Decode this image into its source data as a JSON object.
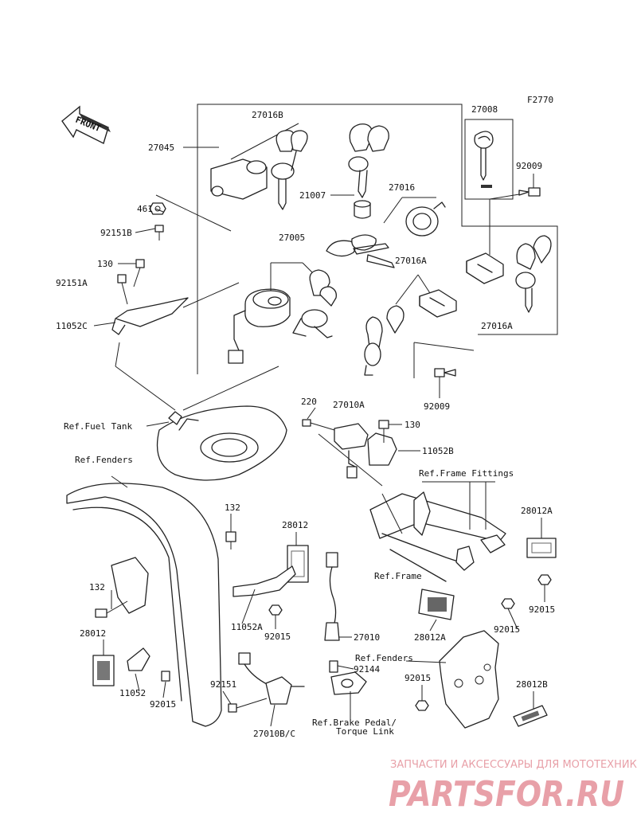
{
  "diagram_code": "F2770",
  "front_label": "FRONT",
  "parts": {
    "p27016b": "27016B",
    "p27045": "27045",
    "p27008": "27008",
    "p92009_top": "92009",
    "p461": "461",
    "p92151b": "92151B",
    "p21007": "21007",
    "p27016": "27016",
    "p27005": "27005",
    "p130_top": "130",
    "p92151a": "92151A",
    "p27016a_mid": "27016A",
    "p27016a_right": "27016A",
    "p11052c": "11052C",
    "p92009_mid": "92009",
    "p220": "220",
    "p27010a": "27010A",
    "p130_mid": "130",
    "p11052b": "11052B",
    "p132_top": "132",
    "p28012": "28012",
    "p28012a_right": "28012A",
    "p132_left": "132",
    "p11052a": "11052A",
    "p92015_mid": "92015",
    "p92015_right": "92015",
    "p28012_left": "28012",
    "p27010": "27010",
    "p28012a_mid": "28012A",
    "p92015_r2": "92015",
    "p92144": "92144",
    "p11052": "11052",
    "p92015_bottom": "92015",
    "p92151": "92151",
    "p92015_rear": "92015",
    "p28012b": "28012B",
    "p27010bc": "27010B/C"
  },
  "refs": {
    "fuel_tank": "Ref.Fuel Tank",
    "fenders_front": "Ref.Fenders",
    "frame_fittings": "Ref.Frame Fittings",
    "frame": "Ref.Frame",
    "fenders_rear": "Ref.Fenders",
    "brake_pedal_1": "Ref.Brake Pedal/",
    "brake_pedal_2": "Torque Link"
  },
  "watermark": {
    "line1": "ЗАПЧАСТИ И АКСЕССУАРЫ ДЛЯ МОТОТЕХНИКИ",
    "line2": "PARTSFOR.RU"
  },
  "colors": {
    "line": "#222222",
    "watermark": "#e8a0a8"
  }
}
